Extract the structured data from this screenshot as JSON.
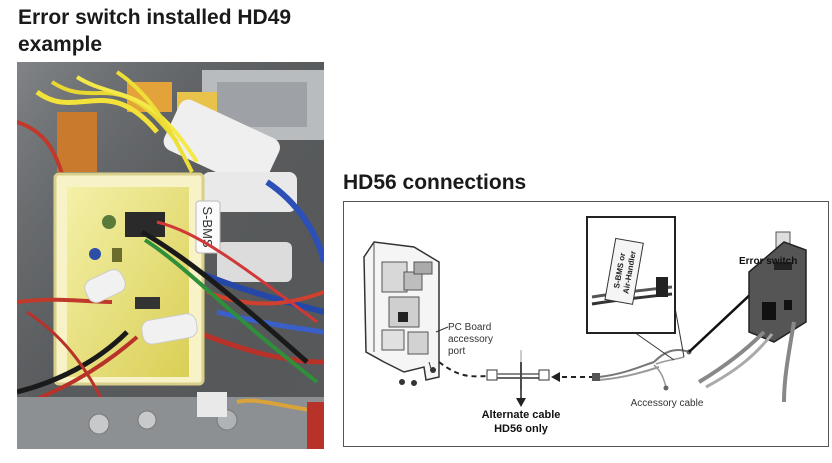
{
  "photo_section": {
    "title_line1": "Error switch installed HD49",
    "title_line2": "example",
    "label_text": "S-BMS"
  },
  "diagram_section": {
    "title": "HD56 connections",
    "labels": {
      "pc_board_line1": "PC Board",
      "pc_board_line2": "accessory",
      "pc_board_line3": "port",
      "alternate_cable_line1": "Alternate cable",
      "alternate_cable_line2": "HD56 only",
      "accessory_cable": "Accessory cable",
      "error_switch": "Error switch",
      "tag_line1": "S-BMS or",
      "tag_line2": "Air-Handler"
    }
  }
}
